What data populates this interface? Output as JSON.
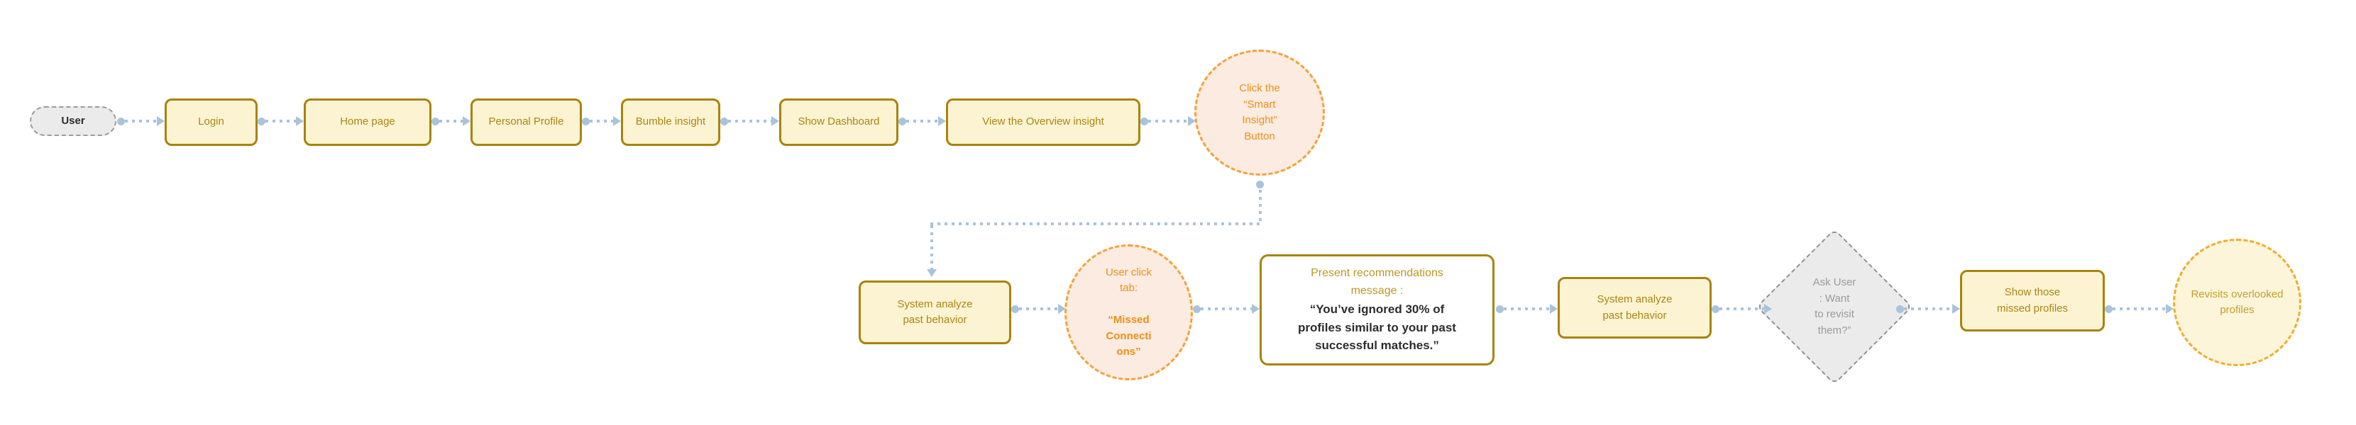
{
  "diagram": {
    "type": "flowchart",
    "nodes": {
      "user": {
        "label": "User"
      },
      "login": {
        "label": "Login"
      },
      "home": {
        "label": "Home page"
      },
      "profile": {
        "label": "Personal Profile"
      },
      "bumble": {
        "label": "Bumble insight"
      },
      "dashboard": {
        "label": "Show Dashboard"
      },
      "overview": {
        "label": "View the Overview insight"
      },
      "smart_insight": {
        "label": [
          "Click the",
          "“Smart",
          "Insight”",
          "Button"
        ]
      },
      "analyze1": {
        "label": [
          "System analyze",
          "past behavior"
        ]
      },
      "missed_tab": {
        "prefix": [
          "User click",
          "tab:"
        ],
        "emphasis": [
          "“Missed",
          "Connecti",
          "ons”"
        ]
      },
      "recommendation": {
        "title": [
          "Present recommendations",
          "message :"
        ],
        "quote": [
          "“You’ve ignored 30% of",
          "profiles similar to your past",
          "successful matches.”"
        ]
      },
      "analyze2": {
        "label": [
          "System analyze",
          "past behavior"
        ]
      },
      "ask_user": {
        "label": [
          "Ask User",
          ": Want",
          "to revisit",
          "them?”"
        ]
      },
      "show_missed": {
        "label": [
          "Show those",
          "missed profiles"
        ]
      },
      "revisit": {
        "label": [
          "Revisits overlooked",
          "profiles"
        ]
      }
    },
    "colors": {
      "box_fill": "#FCF3D3",
      "box_border": "#A8830B",
      "box_text": "#A8870F",
      "peach_fill": "#FCEBE0",
      "peach_border": "#F2A33C",
      "peach_text": "#ED9017",
      "yellow_circle_fill": "#FDF5DA",
      "yellow_circle_border": "#EFAD2F",
      "yellow_circle_text": "#C2A02A",
      "gray_fill": "#EBEBEB",
      "gray_border": "#9B9B9B",
      "gray_text": "#9A9A9A",
      "connector": "#A9C3DC",
      "quote_text": "#2D2D2D",
      "white_box_fill": "#FFFFFF"
    }
  }
}
